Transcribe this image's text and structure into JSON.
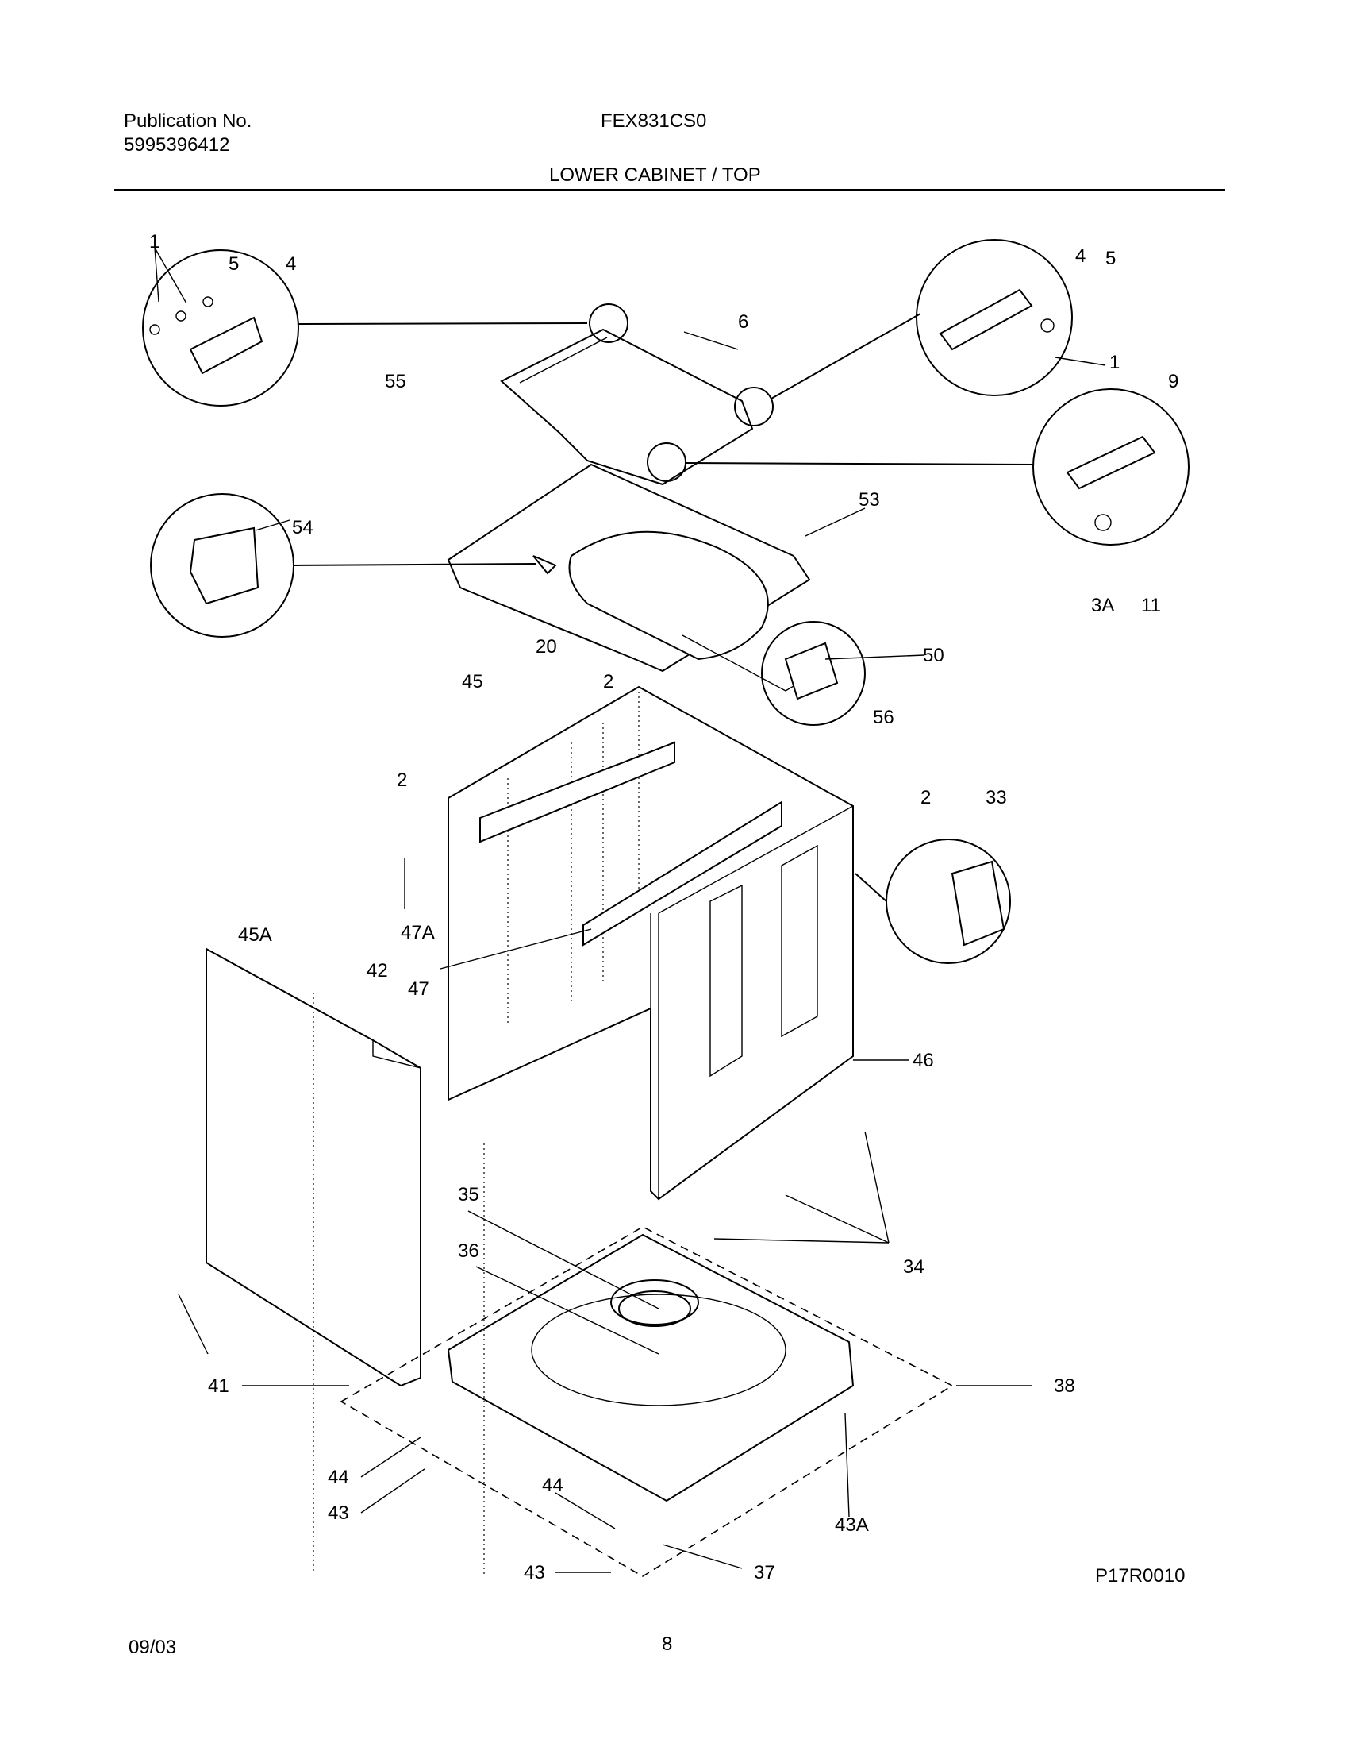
{
  "header": {
    "publication_label": "Publication No.",
    "publication_number": "5995396412",
    "model": "FEX831CS0",
    "section_title": "LOWER CABINET / TOP"
  },
  "footer": {
    "date": "09/03",
    "page_number": "8",
    "figure_code": "P17R0010"
  },
  "callouts": {
    "c1a": "1",
    "c5a": "5",
    "c4a": "4",
    "c55": "55",
    "c6": "6",
    "c4b": "4",
    "c5b": "5",
    "c1b": "1",
    "c9": "9",
    "c53": "53",
    "c54": "54",
    "c3a": "3A",
    "c11": "11",
    "c20": "20",
    "c45": "45",
    "c2a": "2",
    "c50": "50",
    "c56": "56",
    "c2b": "2",
    "c2c": "2",
    "c33": "33",
    "c47a": "47A",
    "c47": "47",
    "c45a": "45A",
    "c42": "42",
    "c46": "46",
    "c35": "35",
    "c36": "36",
    "c34": "34",
    "c38": "38",
    "c41": "41",
    "c44a": "44",
    "c43a": "43",
    "c44b": "44",
    "c43b": "43",
    "c37": "37",
    "c43ab": "43A"
  }
}
